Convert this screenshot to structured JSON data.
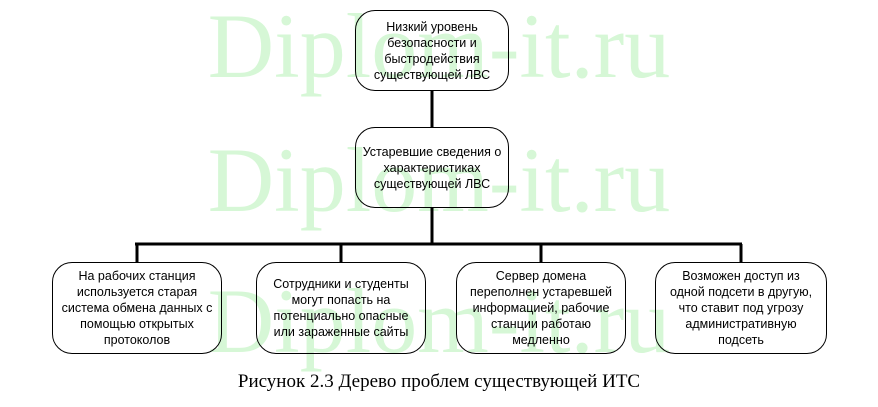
{
  "watermark": {
    "text": "Diplom-it.ru",
    "color": "#c9f5c9"
  },
  "diagram": {
    "root": {
      "lines": [
        "Низкий уровень",
        "безопасности и",
        "быстродействия",
        "существующей ЛВС"
      ]
    },
    "middle": {
      "lines": [
        "Устаревшие сведения о",
        "характеристиках",
        "существующей ЛВС"
      ]
    },
    "leaves": [
      {
        "lines": [
          "На рабочих станция",
          "используется старая",
          "система обмена данных с",
          "помощью открытых",
          "протоколов"
        ]
      },
      {
        "lines": [
          "Сотрудники и студенты",
          "могут попасть на",
          "потенциально опасные",
          "или зараженные сайты"
        ]
      },
      {
        "lines": [
          "Сервер домена",
          "переполнен устаревшей",
          "информацией, рабочие",
          "станции работаю",
          "медленно"
        ]
      },
      {
        "lines": [
          "Возможен доступ из",
          "одной подсети в другую,",
          "что ставит под угрозу",
          "административную",
          "подсеть"
        ]
      }
    ]
  },
  "caption": "Рисунок 2.3 Дерево проблем существующей ИТС"
}
